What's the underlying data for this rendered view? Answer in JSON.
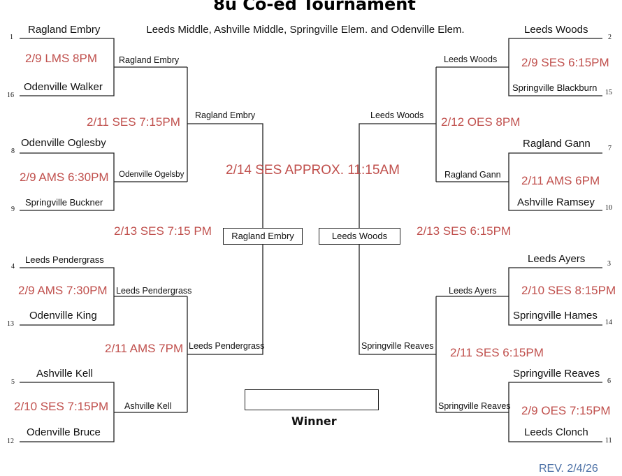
{
  "title": "8u Co-ed Tournament",
  "subtitle": "Leeds Middle, Ashville Middle, Springville Elem. and Odenville Elem.",
  "left": {
    "teams": [
      {
        "seed": "1",
        "name": "Ragland Embry"
      },
      {
        "seed": "16",
        "name": "Odenville Walker"
      },
      {
        "seed": "8",
        "name": "Odenville Oglesby"
      },
      {
        "seed": "9",
        "name": "Springville Buckner"
      },
      {
        "seed": "4",
        "name": "Leeds Pendergrass"
      },
      {
        "seed": "13",
        "name": "Odenville King"
      },
      {
        "seed": "5",
        "name": "Ashville Kell"
      },
      {
        "seed": "12",
        "name": "Odenville Bruce"
      }
    ],
    "r1_games": [
      "2/9 LMS 8PM",
      "2/9 AMS 6:30PM",
      "2/9 AMS 7:30PM",
      "2/10 SES 7:15PM"
    ],
    "r1_winners": [
      "Ragland Embry",
      "Odenville Ogelsby",
      "Leeds Pendergrass",
      "Ashville Kell"
    ],
    "r2_games": [
      "2/11 SES 7:15PM",
      "2/11 AMS 7PM"
    ],
    "r2_winners": [
      "Ragland Embry",
      "Leeds Pendergrass"
    ],
    "semi_game": "2/13 SES 7:15 PM",
    "finalist": "Ragland Embry"
  },
  "right": {
    "teams": [
      {
        "seed": "2",
        "name": "Leeds Woods"
      },
      {
        "seed": "15",
        "name": "Springville Blackburn"
      },
      {
        "seed": "7",
        "name": "Ragland Gann"
      },
      {
        "seed": "10",
        "name": "Ashville Ramsey"
      },
      {
        "seed": "3",
        "name": "Leeds Ayers"
      },
      {
        "seed": "14",
        "name": "Springville Hames"
      },
      {
        "seed": "6",
        "name": "Springville Reaves"
      },
      {
        "seed": "11",
        "name": "Leeds Clonch"
      }
    ],
    "r1_games": [
      "2/9 SES 6:15PM",
      "2/11 AMS 6PM",
      "2/10 SES 8:15PM",
      "2/9 OES 7:15PM"
    ],
    "r1_winners": [
      "Leeds Woods",
      "Ragland Gann",
      "Leeds Ayers",
      "Springville Reaves"
    ],
    "r2_games": [
      "2/12 OES 8PM",
      "2/11 SES 6:15PM"
    ],
    "r2_winners": [
      "Leeds Woods",
      "Springville Reaves"
    ],
    "semi_game": "2/13 SES 6:15PM",
    "finalist": "Leeds Woods"
  },
  "final_game": "2/14 SES APPROX. 11:15AM",
  "winner_label": "Winner",
  "winner_value": "",
  "revision": "REV. 2/4/26",
  "colors": {
    "game_text": "#c0504d",
    "lines": "#222222",
    "revision": "#4a6fa5"
  }
}
